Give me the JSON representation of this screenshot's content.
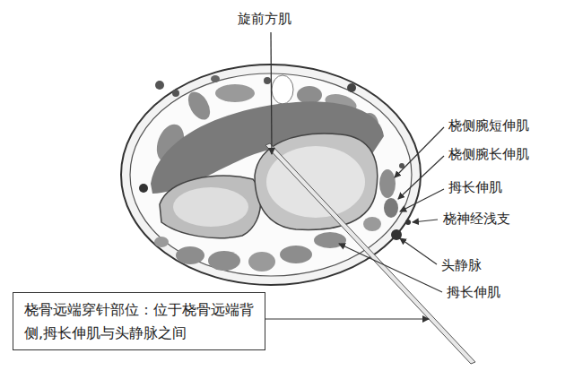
{
  "diagram": {
    "nodes": [
      {
        "text": [
          "桡骨远端穿针部位：位于桡骨远端背侧,拇长伸肌与头静脉之间"
        ]
      }
    ],
    "labels": [
      "旋前方肌",
      "桡侧腕短伸肌",
      "桡侧腕长伸肌",
      "拇长伸肌",
      "桡神经浅支",
      "头静脉",
      "拇长伸肌"
    ]
  }
}
